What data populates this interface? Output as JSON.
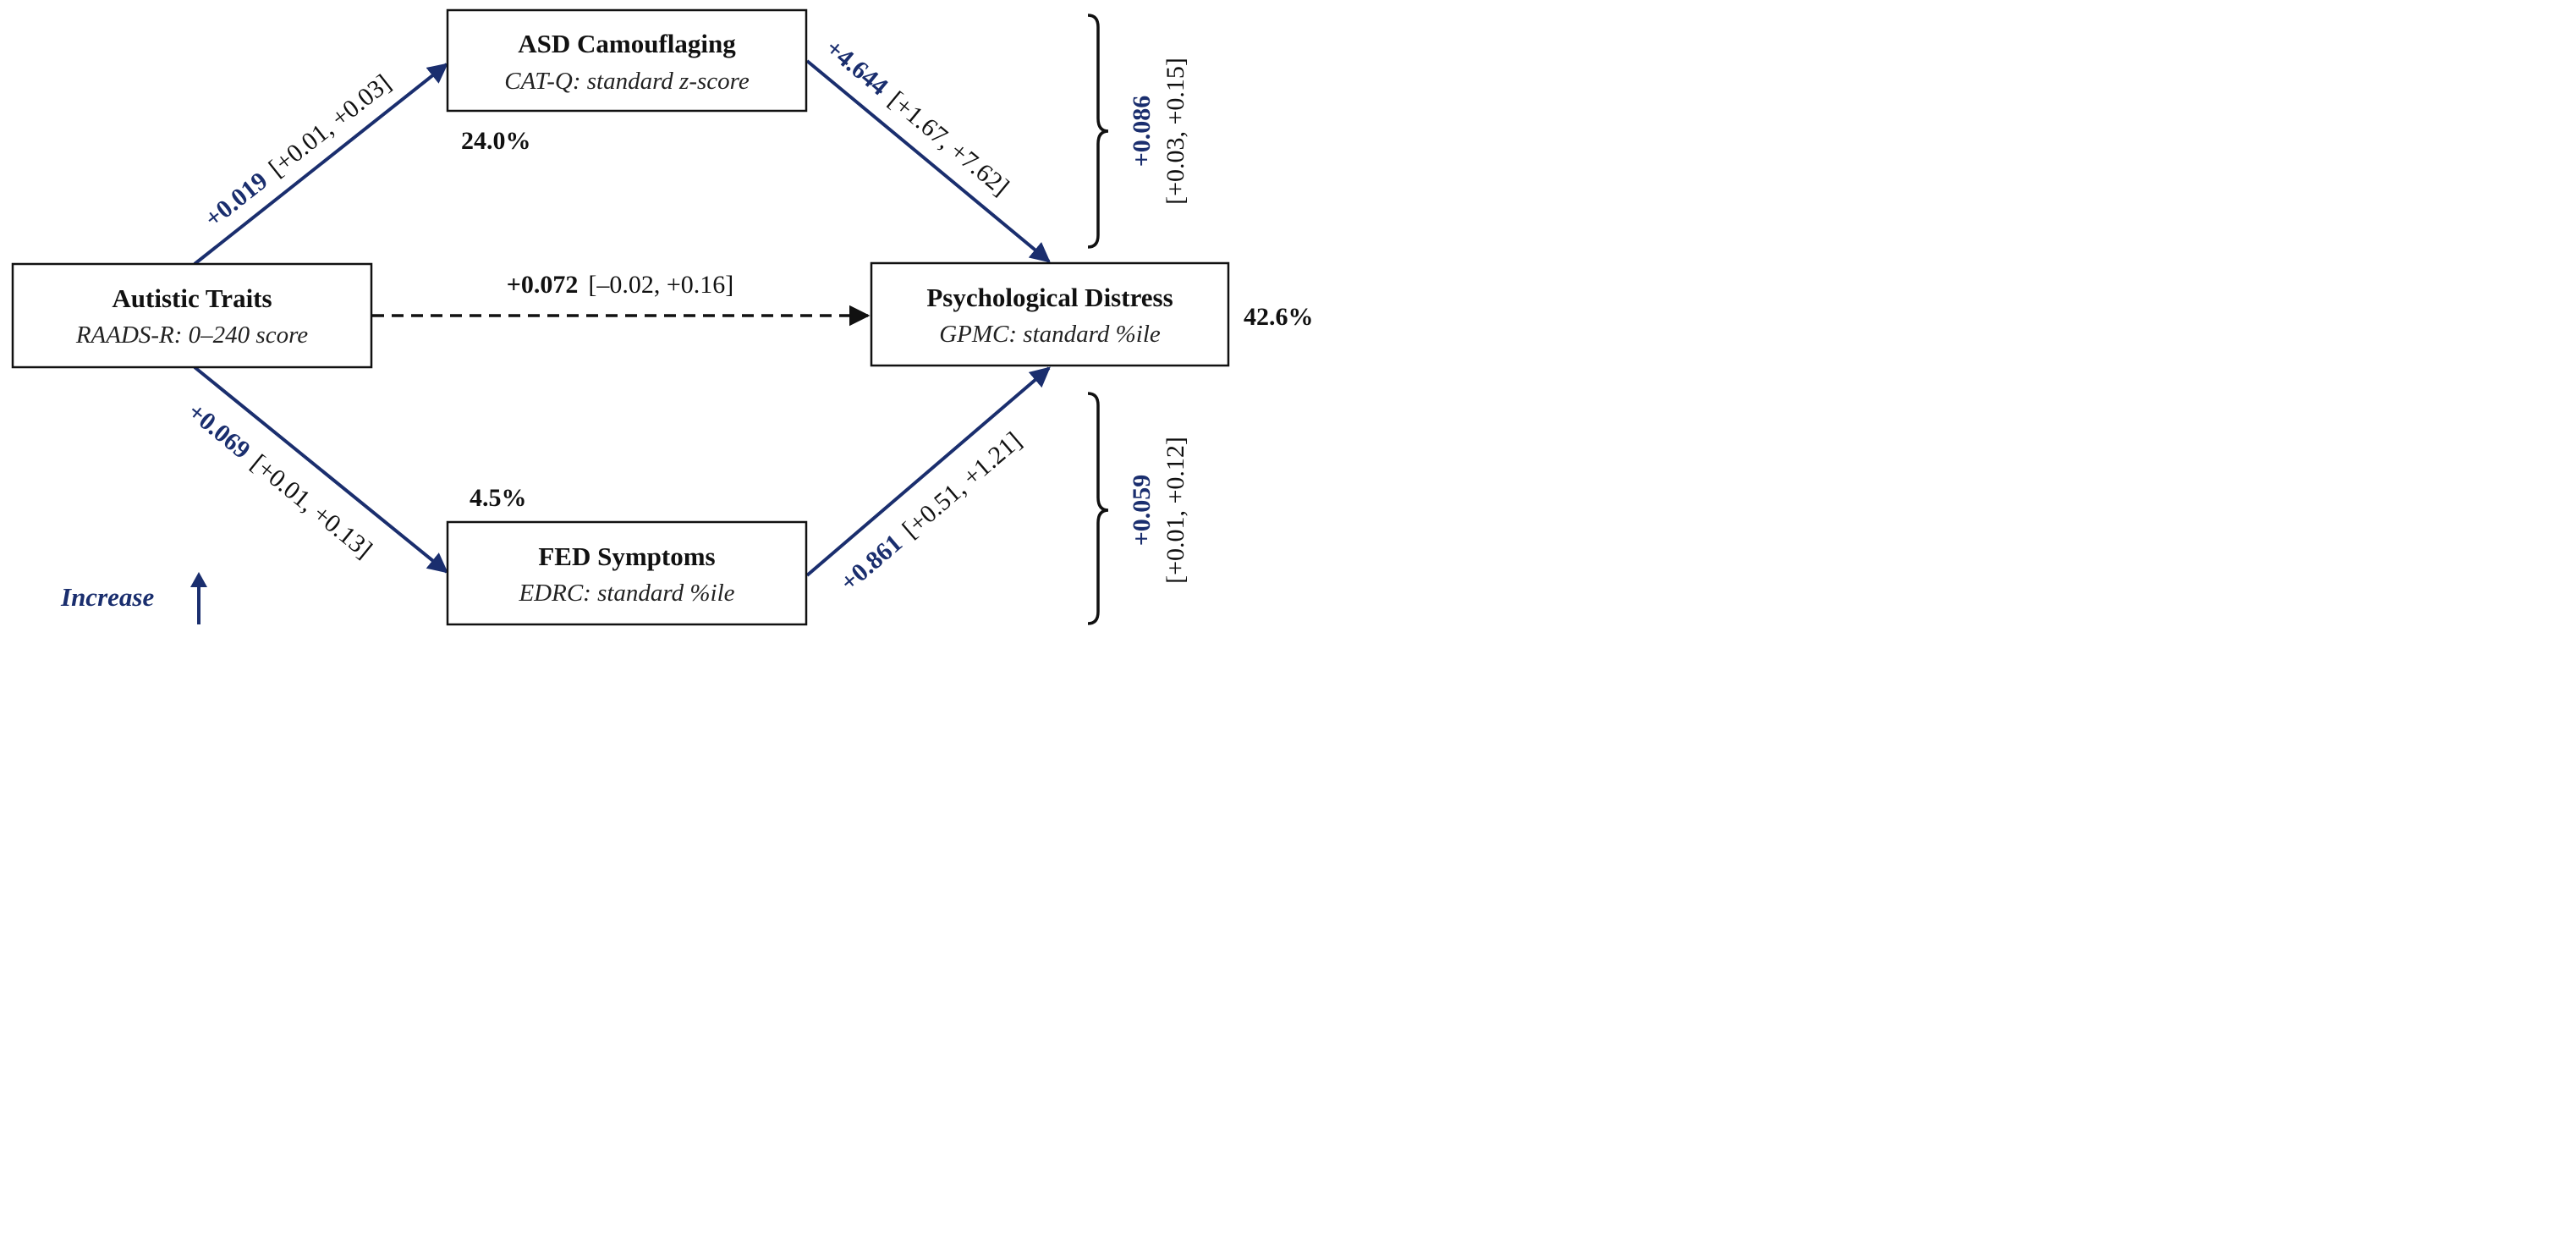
{
  "nodes": {
    "asd": {
      "title": "ASD Camouflaging",
      "subtitle": "CAT-Q: standard z-score",
      "r2": "24.0%"
    },
    "autistic": {
      "title": "Autistic Traits",
      "subtitle": "RAADS-R: 0–240 score"
    },
    "distress": {
      "title": "Psychological Distress",
      "subtitle": "GPMC: standard %ile",
      "r2": "42.6%"
    },
    "fed": {
      "title": "FED Symptoms",
      "subtitle": "EDRC: standard %ile",
      "r2": "4.5%"
    }
  },
  "paths": {
    "a1": {
      "coef": "+0.019",
      "ci": "[+0.01, +0.03]"
    },
    "b1": {
      "coef": "+4.644",
      "ci": "[+1.67, +7.62]"
    },
    "c_prime": {
      "coef": "+0.072",
      "ci": "[–0.02, +0.16]"
    },
    "a2": {
      "coef": "+0.069",
      "ci": "[+0.01, +0.13]"
    },
    "b2": {
      "coef": "+0.861",
      "ci": "[+0.51, +1.21]"
    }
  },
  "indirect": {
    "upper": {
      "coef": "+0.086",
      "ci": "[+0.03, +0.15]"
    },
    "lower": {
      "coef": "+0.059",
      "ci": "[+0.01, +0.12]"
    }
  },
  "legend": {
    "label": "Increase"
  },
  "colors": {
    "path": "#1a2e6e",
    "text": "#111111"
  },
  "icons": {
    "legend_arrow": "up-arrow-icon"
  }
}
